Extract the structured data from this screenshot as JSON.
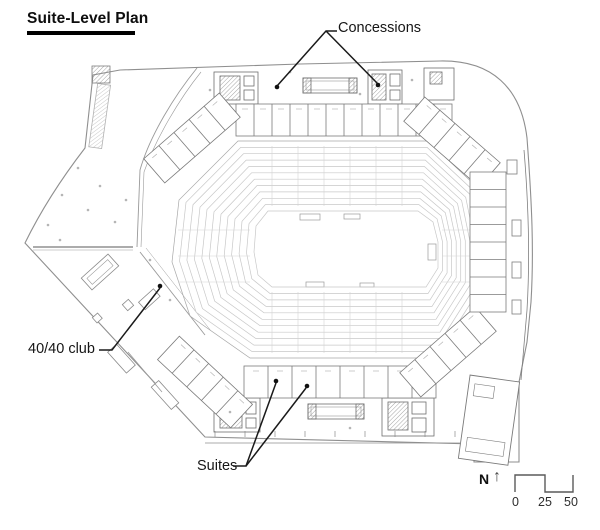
{
  "title": "Suite-Level Plan",
  "labels": {
    "concessions": "Concessions",
    "club": "40/40 club",
    "suites": "Suites"
  },
  "compass": {
    "north": "N",
    "arrow": "↑"
  },
  "scale": {
    "ticks": [
      "0",
      "25",
      "50"
    ]
  },
  "colors": {
    "annotation": "#1a1a1a",
    "plan_line_light": "#c8c8c8",
    "plan_line_mid": "#8f8f8f",
    "plan_line_dark": "#6e6e6e",
    "title_underline": "#000000"
  }
}
